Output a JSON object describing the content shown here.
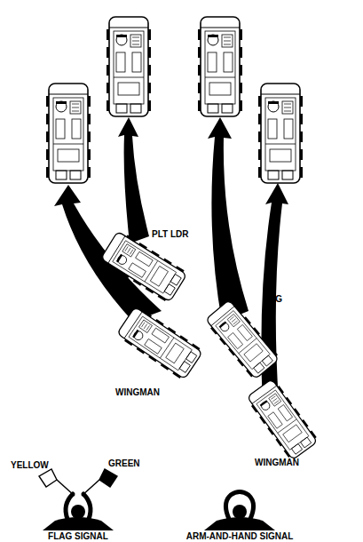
{
  "diagram": {
    "labels": [
      "PLT LDR",
      "WINGMAN",
      "PSG",
      "WINGMAN",
      "YELLOW",
      "GREEN",
      "FLAG SIGNAL",
      "ARM-AND-HAND SIGNAL"
    ]
  }
}
